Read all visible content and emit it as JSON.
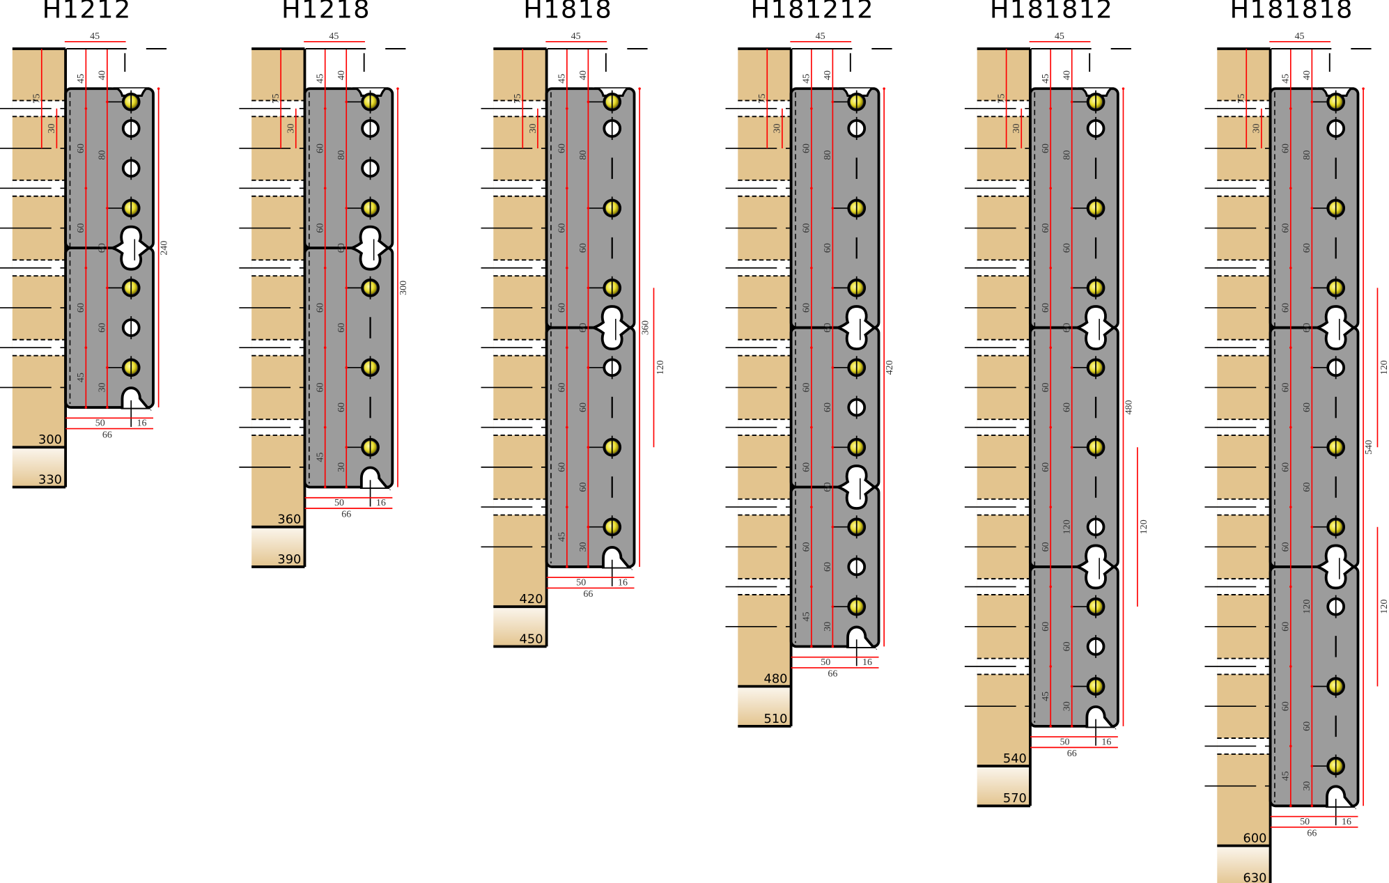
{
  "common": {
    "top_width_label": "45",
    "board_dim_75": "75",
    "board_dim_30": "30",
    "hole_offset_label": "50",
    "edge_label": "16",
    "plate_width_label": "66"
  },
  "colors": {
    "board": "#e3c48e",
    "board_light": "#fbf6ee",
    "plate": "#9c9c9c",
    "dimension": "#ff0000",
    "screw_light": "#faf68a",
    "screw_dark": "#a89a00",
    "outline": "#000000"
  },
  "models": [
    {
      "title": "H1212",
      "board_label": "300",
      "extension_label": "330",
      "segments_mm": [
        120,
        120
      ],
      "total_label": "240",
      "holes": [
        {
          "at": 10,
          "type": "screw"
        },
        {
          "at": 30,
          "type": "open"
        },
        {
          "at": 60,
          "type": "open"
        },
        {
          "at": 90,
          "type": "screw"
        },
        {
          "at": 150,
          "type": "screw"
        },
        {
          "at": 180,
          "type": "open"
        },
        {
          "at": 210,
          "type": "screw"
        }
      ],
      "left_dims": [
        45,
        60,
        60,
        60,
        45
      ],
      "right_dims": [
        40,
        80,
        60,
        60,
        30
      ],
      "sub_dims": []
    },
    {
      "title": "H1218",
      "board_label": "360",
      "extension_label": "390",
      "segments_mm": [
        120,
        180
      ],
      "total_label": "300",
      "holes": [
        {
          "at": 10,
          "type": "screw"
        },
        {
          "at": 30,
          "type": "open"
        },
        {
          "at": 60,
          "type": "open"
        },
        {
          "at": 90,
          "type": "screw"
        },
        {
          "at": 150,
          "type": "screw"
        },
        {
          "at": 180,
          "type": "dash"
        },
        {
          "at": 210,
          "type": "screw"
        },
        {
          "at": 240,
          "type": "dash"
        },
        {
          "at": 270,
          "type": "screw"
        }
      ],
      "left_dims": [
        45,
        60,
        60,
        60,
        60,
        45
      ],
      "right_dims": [
        40,
        80,
        60,
        60,
        60,
        30
      ],
      "sub_dims": []
    },
    {
      "title": "H1818",
      "board_label": "420",
      "extension_label": "450",
      "segments_mm": [
        180,
        180
      ],
      "total_label": "360",
      "holes": [
        {
          "at": 10,
          "type": "screw"
        },
        {
          "at": 30,
          "type": "open"
        },
        {
          "at": 60,
          "type": "dash"
        },
        {
          "at": 90,
          "type": "screw"
        },
        {
          "at": 120,
          "type": "dash"
        },
        {
          "at": 150,
          "type": "screw"
        },
        {
          "at": 210,
          "type": "open"
        },
        {
          "at": 240,
          "type": "dash"
        },
        {
          "at": 270,
          "type": "screw"
        },
        {
          "at": 300,
          "type": "dash"
        },
        {
          "at": 330,
          "type": "screw"
        }
      ],
      "left_dims": [
        45,
        60,
        60,
        60,
        60,
        60,
        45
      ],
      "right_dims": [
        40,
        80,
        60,
        60,
        60,
        60,
        30
      ],
      "sub_dims": [
        {
          "from": 150,
          "to": 270,
          "label": "120"
        }
      ]
    },
    {
      "title": "H181212",
      "board_label": "480",
      "extension_label": "510",
      "segments_mm": [
        180,
        120,
        120
      ],
      "total_label": "420",
      "holes": [
        {
          "at": 10,
          "type": "screw"
        },
        {
          "at": 30,
          "type": "open"
        },
        {
          "at": 60,
          "type": "dash"
        },
        {
          "at": 90,
          "type": "screw"
        },
        {
          "at": 120,
          "type": "dash"
        },
        {
          "at": 150,
          "type": "screw"
        },
        {
          "at": 210,
          "type": "screw"
        },
        {
          "at": 240,
          "type": "open"
        },
        {
          "at": 270,
          "type": "screw"
        },
        {
          "at": 330,
          "type": "screw"
        },
        {
          "at": 360,
          "type": "open"
        },
        {
          "at": 390,
          "type": "screw"
        }
      ],
      "left_dims": [
        45,
        60,
        60,
        60,
        60,
        60,
        60,
        45
      ],
      "right_dims": [
        40,
        80,
        60,
        60,
        60,
        60,
        60,
        30
      ],
      "sub_dims": []
    },
    {
      "title": "H181812",
      "board_label": "540",
      "extension_label": "570",
      "segments_mm": [
        180,
        180,
        120
      ],
      "total_label": "480",
      "holes": [
        {
          "at": 10,
          "type": "screw"
        },
        {
          "at": 30,
          "type": "open"
        },
        {
          "at": 60,
          "type": "dash"
        },
        {
          "at": 90,
          "type": "screw"
        },
        {
          "at": 120,
          "type": "dash"
        },
        {
          "at": 150,
          "type": "screw"
        },
        {
          "at": 210,
          "type": "screw"
        },
        {
          "at": 240,
          "type": "dash"
        },
        {
          "at": 270,
          "type": "screw"
        },
        {
          "at": 300,
          "type": "dash"
        },
        {
          "at": 330,
          "type": "open"
        },
        {
          "at": 390,
          "type": "screw"
        },
        {
          "at": 420,
          "type": "open"
        },
        {
          "at": 450,
          "type": "screw"
        }
      ],
      "left_dims": [
        45,
        60,
        60,
        60,
        60,
        60,
        60,
        60,
        45
      ],
      "right_dims": [
        40,
        80,
        60,
        60,
        60,
        120,
        60,
        30
      ],
      "sub_dims": [
        {
          "from": 270,
          "to": 390,
          "label": "120"
        }
      ]
    },
    {
      "title": "H181818",
      "board_label": "600",
      "extension_label": "630",
      "segments_mm": [
        180,
        180,
        180
      ],
      "total_label": "540",
      "holes": [
        {
          "at": 10,
          "type": "screw"
        },
        {
          "at": 30,
          "type": "open"
        },
        {
          "at": 60,
          "type": "dash"
        },
        {
          "at": 90,
          "type": "screw"
        },
        {
          "at": 120,
          "type": "dash"
        },
        {
          "at": 150,
          "type": "screw"
        },
        {
          "at": 210,
          "type": "open"
        },
        {
          "at": 240,
          "type": "dash"
        },
        {
          "at": 270,
          "type": "screw"
        },
        {
          "at": 300,
          "type": "dash"
        },
        {
          "at": 330,
          "type": "screw"
        },
        {
          "at": 390,
          "type": "open"
        },
        {
          "at": 420,
          "type": "dash"
        },
        {
          "at": 450,
          "type": "screw"
        },
        {
          "at": 480,
          "type": "dash"
        },
        {
          "at": 510,
          "type": "screw"
        }
      ],
      "left_dims": [
        45,
        60,
        60,
        60,
        60,
        60,
        60,
        60,
        60,
        45
      ],
      "right_dims": [
        40,
        80,
        60,
        60,
        60,
        60,
        120,
        60,
        30
      ],
      "sub_dims": [
        {
          "from": 150,
          "to": 270,
          "label": "120"
        },
        {
          "from": 330,
          "to": 450,
          "label": "120"
        }
      ]
    }
  ]
}
